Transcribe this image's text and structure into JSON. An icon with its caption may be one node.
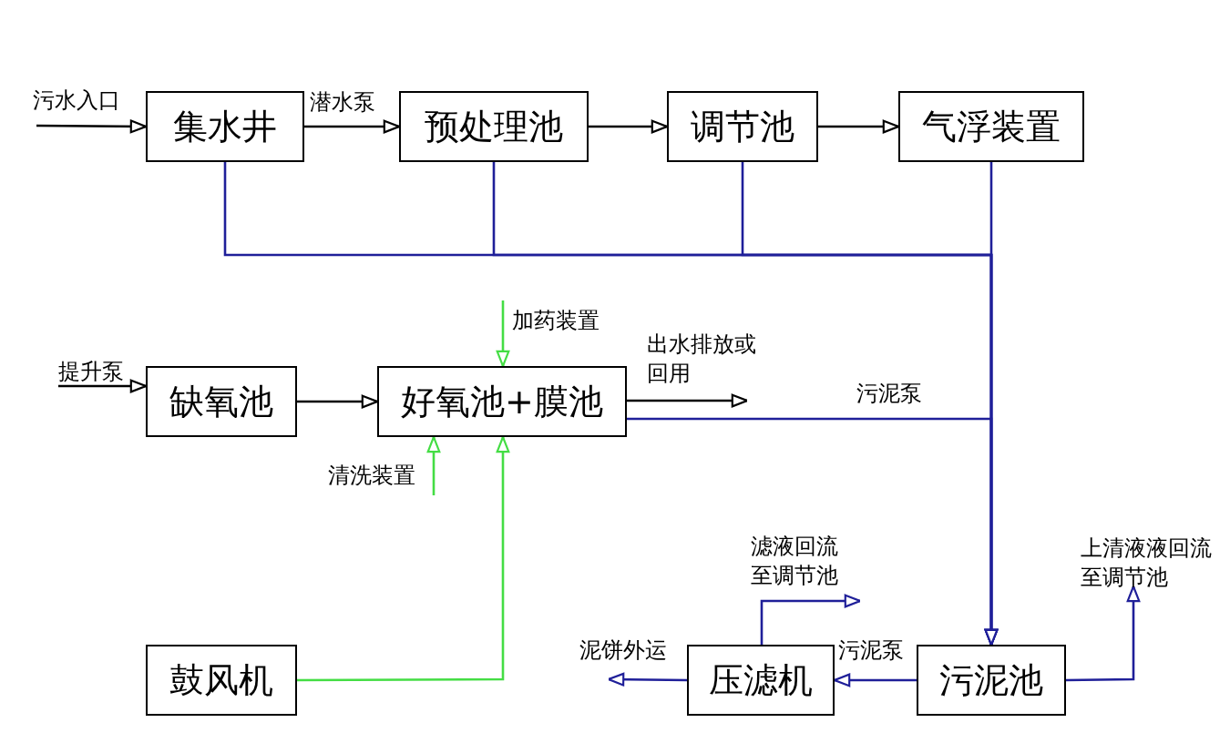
{
  "diagram": {
    "nodes": [
      {
        "text": [
          "集水井"
        ]
      },
      {
        "text": [
          "预处理池"
        ]
      },
      {
        "text": [
          "调节池"
        ]
      },
      {
        "text": [
          "气浮装置"
        ]
      },
      {
        "text": [
          "缺氧池"
        ]
      },
      {
        "text": [
          "好氧池+膜池"
        ]
      },
      {
        "text": [
          "鼓风机"
        ]
      },
      {
        "text": [
          "压滤机"
        ]
      },
      {
        "text": [
          "污泥池"
        ]
      }
    ],
    "edges": [
      {
        "from": null,
        "to": 0,
        "arrow": "to",
        "label": "污水入口",
        "color": "#000000"
      },
      {
        "from": 0,
        "to": 1,
        "arrow": "to",
        "label": "潜水泵",
        "color": "#000000"
      },
      {
        "from": 1,
        "to": 2,
        "arrow": "to",
        "color": "#000000"
      },
      {
        "from": 2,
        "to": 3,
        "arrow": "to",
        "color": "#000000"
      },
      {
        "from": 0,
        "to": 8,
        "arrow": "to"
      },
      {
        "from": 1,
        "to": 8,
        "arrow": "to"
      },
      {
        "from": 2,
        "to": 8,
        "arrow": "to"
      },
      {
        "from": 3,
        "to": 8,
        "arrow": "to"
      },
      {
        "from": null,
        "to": 4,
        "arrow": "to",
        "label": "提升泵",
        "color": "#000000"
      },
      {
        "from": 4,
        "to": 5,
        "arrow": "to",
        "color": "#000000"
      },
      {
        "from": 5,
        "to": null,
        "arrow": "to",
        "label": "出水排放或回用",
        "color": "#000000"
      },
      {
        "from": 5,
        "to": 8,
        "arrow": "to",
        "label": "污泥泵"
      },
      {
        "from": null,
        "to": 5,
        "arrow": "to",
        "label": "加药装置",
        "color": "#44dd44"
      },
      {
        "from": null,
        "to": 5,
        "arrow": "to",
        "label": "清洗装置",
        "color": "#44dd44"
      },
      {
        "from": 6,
        "to": 5,
        "arrow": "to",
        "color": "#44dd44"
      },
      {
        "from": 8,
        "to": 7,
        "arrow": "to",
        "label": "污泥泵"
      },
      {
        "from": 7,
        "to": null,
        "arrow": "to",
        "label": "泥饼外运"
      },
      {
        "from": 7,
        "to": null,
        "arrow": "to",
        "label": "滤液回流至调节池"
      },
      {
        "from": 8,
        "to": null,
        "arrow": "to",
        "label": "上清液液回流至调节池"
      }
    ]
  }
}
